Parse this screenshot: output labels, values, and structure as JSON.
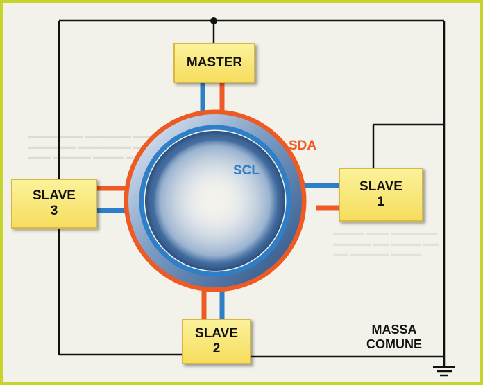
{
  "nodes": {
    "master": {
      "label": "MASTER"
    },
    "slave1": {
      "line1": "SLAVE",
      "line2": "1"
    },
    "slave2": {
      "line1": "SLAVE",
      "line2": "2"
    },
    "slave3": {
      "line1": "SLAVE",
      "line2": "3"
    }
  },
  "bus": {
    "sda_label": "SDA",
    "scl_label": "SCL"
  },
  "ground": {
    "line1": "MASSA",
    "line2": "COMUNE"
  },
  "colors": {
    "sda": "#ee5a24",
    "scl": "#2f7fc8",
    "wire": "#111111",
    "box_fill": "#f6e36c",
    "frame": "#c8d42e"
  }
}
